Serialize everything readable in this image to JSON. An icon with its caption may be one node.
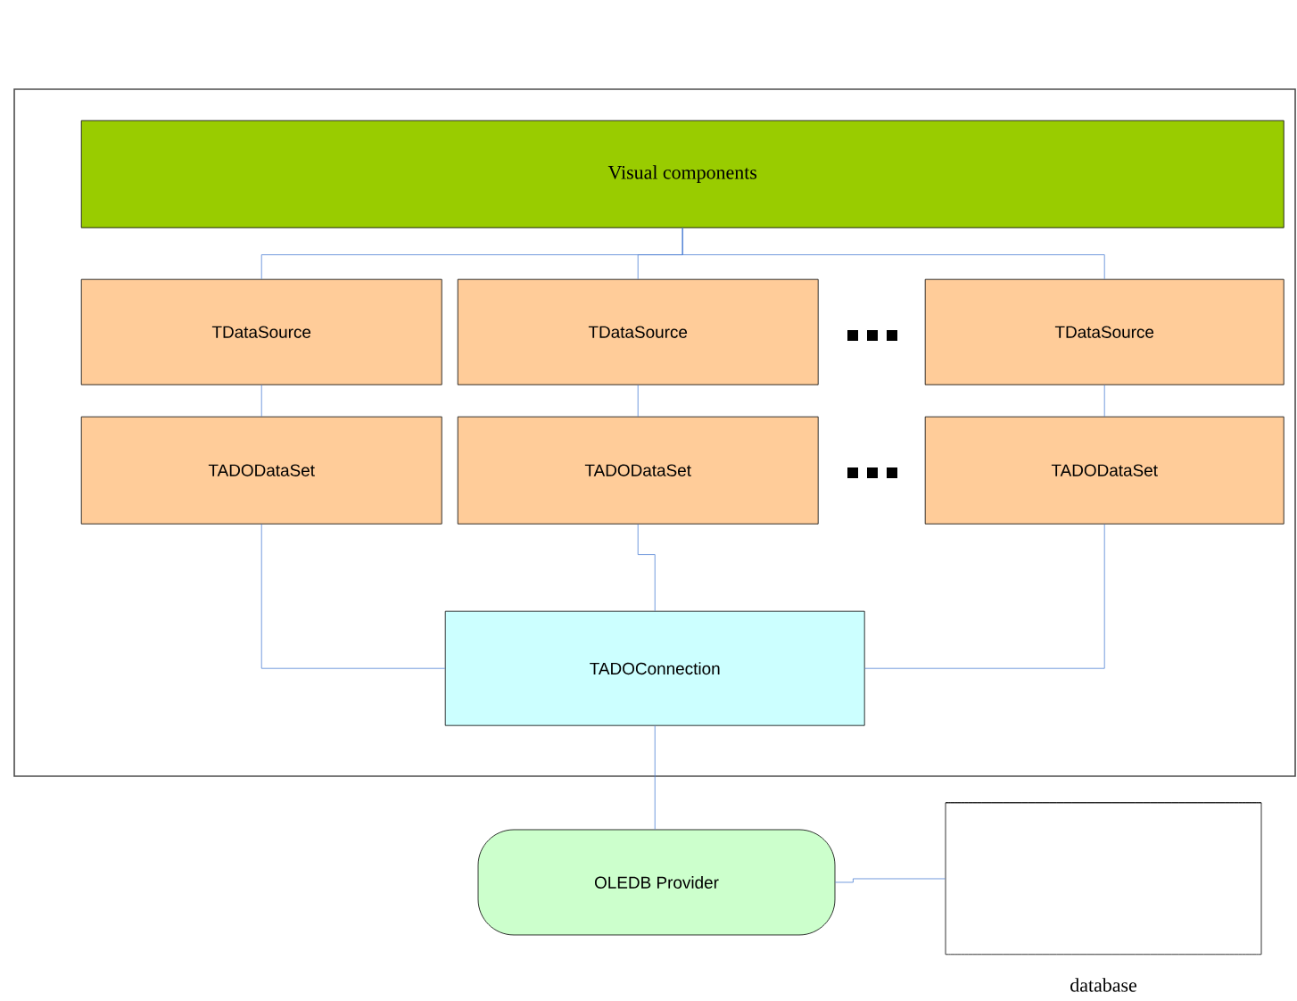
{
  "diagram": {
    "nodes": [
      {
        "text": [],
        "shape": "box"
      },
      {
        "text": [
          "Visual components"
        ],
        "in": 0
      },
      {
        "text": [
          "TDataSource"
        ],
        "in": 0
      },
      {
        "text": [
          "TDataSource"
        ],
        "in": 0
      },
      {
        "text": [
          "TDataSource"
        ],
        "in": 0
      },
      {
        "text": [
          "TADODataSet"
        ],
        "in": 0
      },
      {
        "text": [
          "TADODataSet"
        ],
        "in": 0
      },
      {
        "text": [
          "TADODataSet"
        ],
        "in": 0
      },
      {
        "text": [
          "TADOConnection"
        ],
        "in": 0
      },
      {
        "text": [
          "OLEDB Provider"
        ]
      },
      {
        "text": [],
        "shape": "cylinder",
        "beside": [
          "database"
        ]
      }
    ],
    "edges": [
      {
        "from": 1,
        "to": 2,
        "arrow": "none"
      },
      {
        "from": 1,
        "to": 3,
        "arrow": "none"
      },
      {
        "from": 1,
        "to": 4,
        "arrow": "none"
      },
      {
        "from": 2,
        "to": 5,
        "arrow": "none"
      },
      {
        "from": 3,
        "to": 6,
        "arrow": "none"
      },
      {
        "from": 4,
        "to": 7,
        "arrow": "none"
      },
      {
        "from": 5,
        "to": 8,
        "arrow": "none"
      },
      {
        "from": 6,
        "to": 8,
        "arrow": "none"
      },
      {
        "from": 7,
        "to": 8,
        "arrow": "none"
      },
      {
        "from": 8,
        "to": 9,
        "arrow": "none"
      },
      {
        "from": 9,
        "to": 10,
        "arrow": "none"
      }
    ]
  }
}
